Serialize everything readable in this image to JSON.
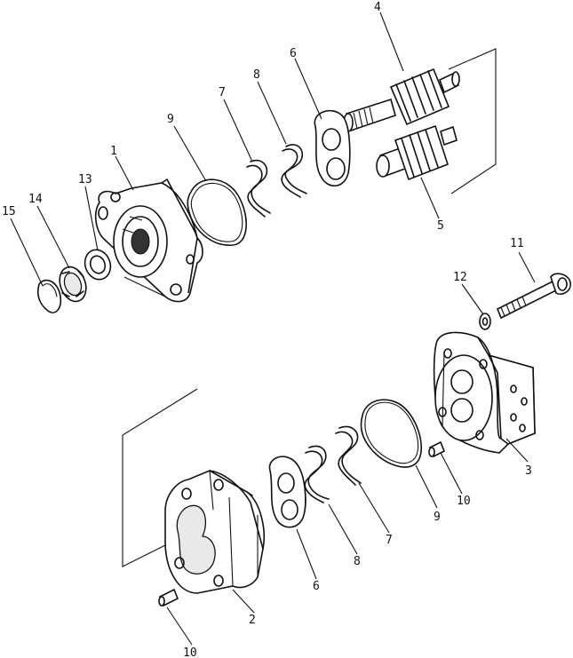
{
  "callouts": [
    {
      "id": "c1",
      "text": "1"
    },
    {
      "id": "c2",
      "text": "2"
    },
    {
      "id": "c3",
      "text": "3"
    },
    {
      "id": "c4",
      "text": "4"
    },
    {
      "id": "c5",
      "text": "5"
    },
    {
      "id": "c6a",
      "text": "6"
    },
    {
      "id": "c6b",
      "text": "6"
    },
    {
      "id": "c7a",
      "text": "7"
    },
    {
      "id": "c7b",
      "text": "7"
    },
    {
      "id": "c8a",
      "text": "8"
    },
    {
      "id": "c8b",
      "text": "8"
    },
    {
      "id": "c9a",
      "text": "9"
    },
    {
      "id": "c9b",
      "text": "9"
    },
    {
      "id": "c10a",
      "text": "10"
    },
    {
      "id": "c10b",
      "text": "10"
    },
    {
      "id": "c11",
      "text": "11"
    },
    {
      "id": "c12",
      "text": "12"
    },
    {
      "id": "c13",
      "text": "13"
    },
    {
      "id": "c14",
      "text": "14"
    },
    {
      "id": "c15",
      "text": "15"
    }
  ]
}
